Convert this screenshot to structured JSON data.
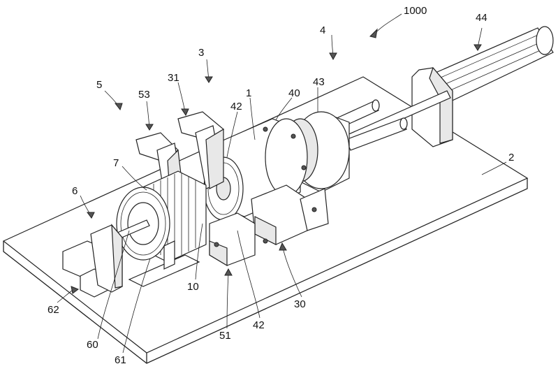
{
  "figure": {
    "labels": {
      "l1000": "1000",
      "l44": "44",
      "l4": "4",
      "l3": "3",
      "l5": "5",
      "l31": "31",
      "l53": "53",
      "l40": "40",
      "l43": "43",
      "l1": "1",
      "l42a": "42",
      "l7": "7",
      "l2": "2",
      "l6": "6",
      "l10": "10",
      "l51": "51",
      "l42b": "42",
      "l30": "30",
      "l62": "62",
      "l60": "60",
      "l61": "61"
    }
  }
}
